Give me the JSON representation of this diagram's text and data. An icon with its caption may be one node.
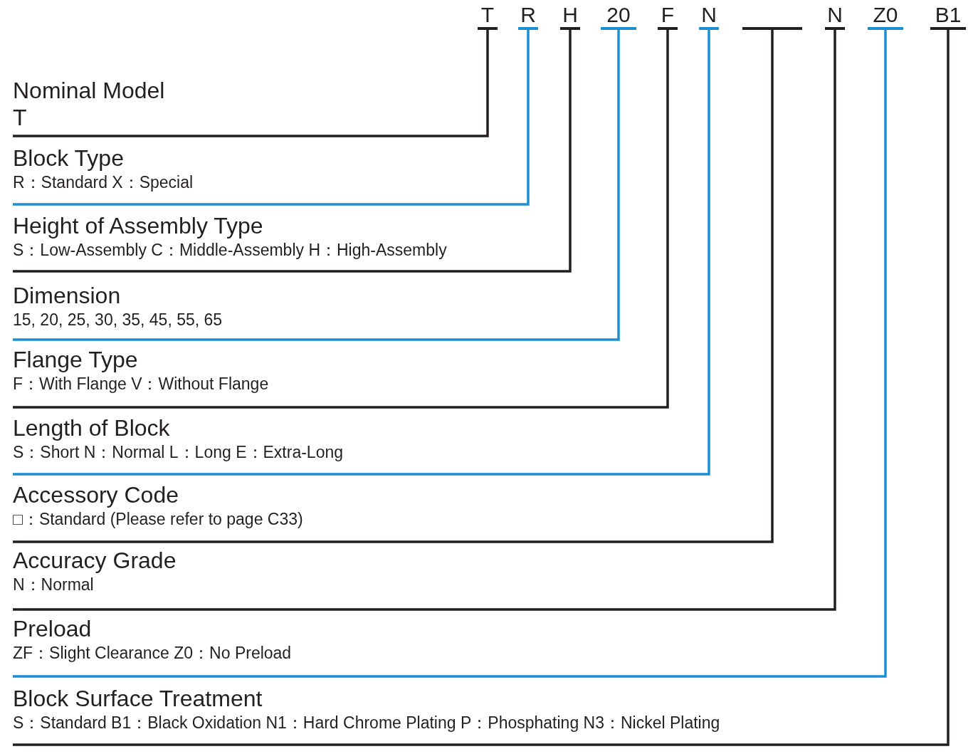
{
  "diagram": {
    "nodes": [
      {
        "text": [
          "T"
        ]
      },
      {
        "text": [
          "R"
        ]
      },
      {
        "text": [
          "H"
        ]
      },
      {
        "text": [
          "20"
        ]
      },
      {
        "text": [
          "F"
        ]
      },
      {
        "text": [
          "N"
        ]
      },
      {
        "text": [],
        "shape": "bar"
      },
      {
        "text": [
          "N"
        ]
      },
      {
        "text": [
          "Z0"
        ]
      },
      {
        "text": [
          "B1"
        ]
      },
      {
        "text": [
          "Nominal Model",
          "T"
        ]
      },
      {
        "text": [
          "Block Type",
          "R：Standard X：Special"
        ]
      },
      {
        "text": [
          "Height of Assembly Type",
          "S：Low-Assembly C：Middle-Assembly H：High-Assembly"
        ]
      },
      {
        "text": [
          "Dimension",
          "15, 20, 25, 30, 35, 45, 55, 65"
        ]
      },
      {
        "text": [
          "Flange Type",
          "F：With Flange V：Without Flange"
        ]
      },
      {
        "text": [
          "Length of Block",
          "S：Short N：Normal L：Long E：Extra-Long"
        ]
      },
      {
        "text": [
          "Accessory Code",
          "□：Standard (Please refer to page C33)"
        ]
      },
      {
        "text": [
          "Accuracy Grade",
          "N：Normal"
        ]
      },
      {
        "text": [
          "Preload",
          "ZF：Slight Clearance Z0：No Preload"
        ]
      },
      {
        "text": [
          "Block Surface Treatment",
          "S：Standard B1：Black Oxidation N1：Hard Chrome Plating P：Phosphating N3：Nickel Plating"
        ]
      }
    ],
    "edges": [
      {
        "from": 0,
        "to": 10,
        "arrow": "none"
      },
      {
        "from": 1,
        "to": 11,
        "arrow": "none",
        "color": "#1b8fd2"
      },
      {
        "from": 2,
        "to": 12,
        "arrow": "none"
      },
      {
        "from": 3,
        "to": 13,
        "arrow": "none",
        "color": "#1b8fd2"
      },
      {
        "from": 4,
        "to": 14,
        "arrow": "none"
      },
      {
        "from": 5,
        "to": 15,
        "arrow": "none",
        "color": "#1b8fd2"
      },
      {
        "from": 6,
        "to": 16,
        "arrow": "none"
      },
      {
        "from": 7,
        "to": 17,
        "arrow": "none"
      },
      {
        "from": 8,
        "to": 18,
        "arrow": "none",
        "color": "#1b8fd2"
      },
      {
        "from": 9,
        "to": 19,
        "arrow": "none"
      }
    ]
  }
}
